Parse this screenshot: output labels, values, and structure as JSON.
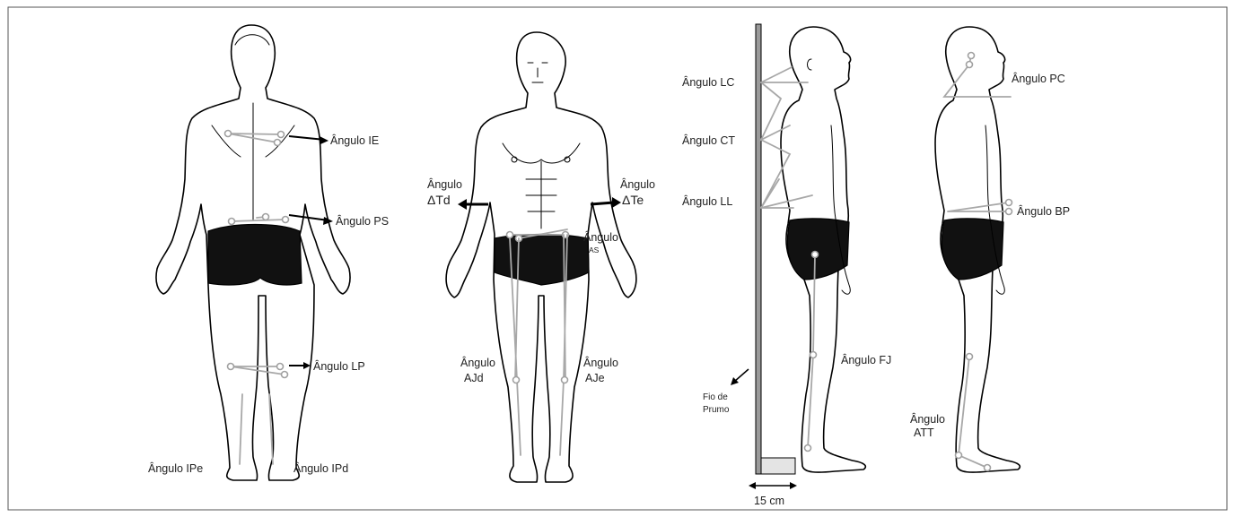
{
  "labels": {
    "ie": "Ângulo IE",
    "ps": "Ângulo PS",
    "lp": "Ângulo LP",
    "ipe": "Ângulo IPe",
    "ipd": "Ângulo IPd",
    "tri_d_top": "Ângulo",
    "tri_d_bottom": "ΔTd",
    "tri_e_top": "Ângulo",
    "tri_e_bottom": "ΔTe",
    "as_top": "Ângulo",
    "as_bottom": "AS",
    "ajd_top": "Ângulo",
    "ajd_bottom": "AJd",
    "aje_top": "Ângulo",
    "aje_bottom": "AJe",
    "lc": "Ângulo LC",
    "ct": "Ângulo CT",
    "ll": "Ângulo LL",
    "fj": "Ângulo FJ",
    "plumb_line1": "Fio de",
    "plumb_line2": "Prumo",
    "distance": "15 cm",
    "pc": "Ângulo PC",
    "bp": "Ângulo BP",
    "att_top": "Ângulo",
    "att_bottom": "ATT"
  },
  "colors": {
    "guide": "#a8a8a8",
    "marker": "#a0a0a0",
    "shorts": "#111111",
    "plumb_board": "#9a9a9a",
    "floor_block": "#e4e4e4"
  }
}
